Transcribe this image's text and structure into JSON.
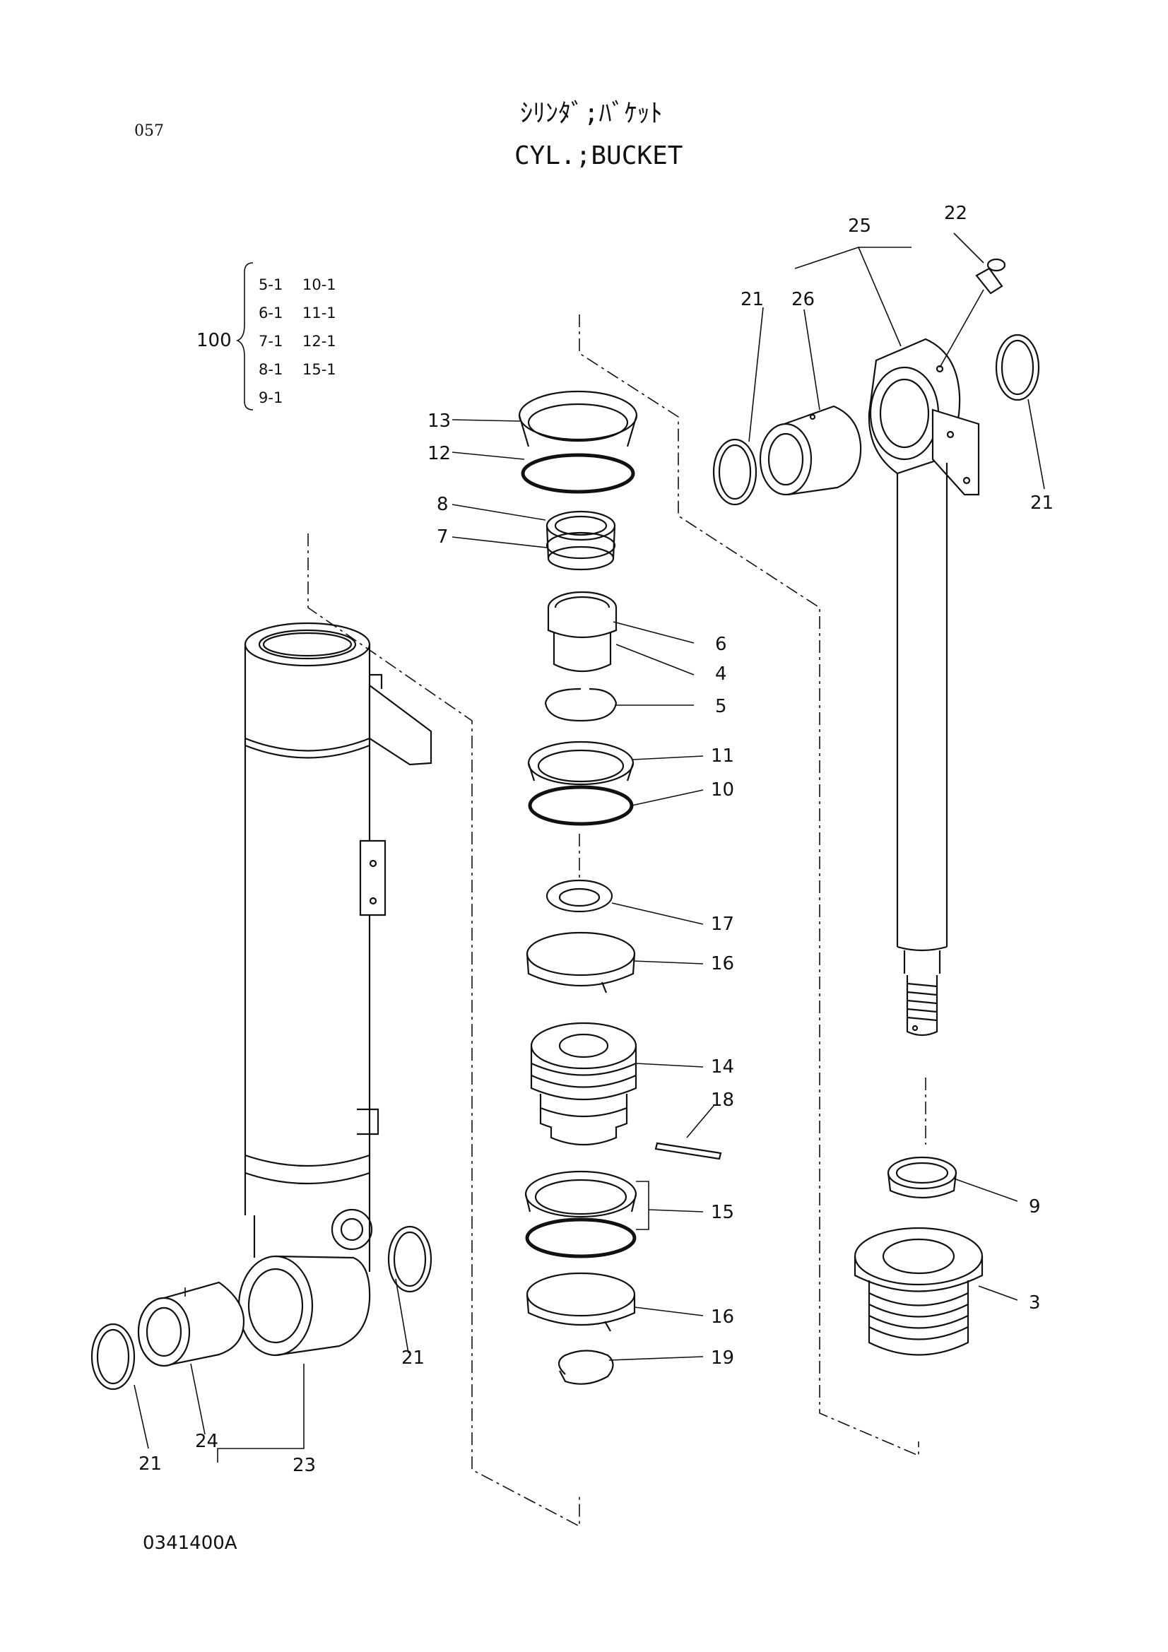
{
  "header": {
    "page_number": "057",
    "title_jp": "ｼﾘﾝﾀﾞ;ﾊﾞｹｯﾄ",
    "title_en": "CYL.;BUCKET"
  },
  "kit": {
    "number": "100",
    "rows": [
      [
        "5-1",
        "10-1"
      ],
      [
        "6-1",
        "11-1"
      ],
      [
        "7-1",
        "12-1"
      ],
      [
        "8-1",
        "15-1"
      ],
      [
        "9-1",
        ""
      ]
    ]
  },
  "callouts": {
    "p13": "13",
    "p12": "12",
    "p8": "8",
    "p7": "7",
    "p6": "6",
    "p4": "4",
    "p5": "5",
    "p11": "11",
    "p10": "10",
    "p17": "17",
    "p16a": "16",
    "p14": "14",
    "p18": "18",
    "p15": "15",
    "p16b": "16",
    "p19": "19",
    "p22": "22",
    "p25": "25",
    "p26": "26",
    "p21a": "21",
    "p21b": "21",
    "p9": "9",
    "p3": "3",
    "p21c": "21",
    "p21d": "21",
    "p24": "24",
    "p23": "23"
  },
  "drawing_number": "0341400A"
}
